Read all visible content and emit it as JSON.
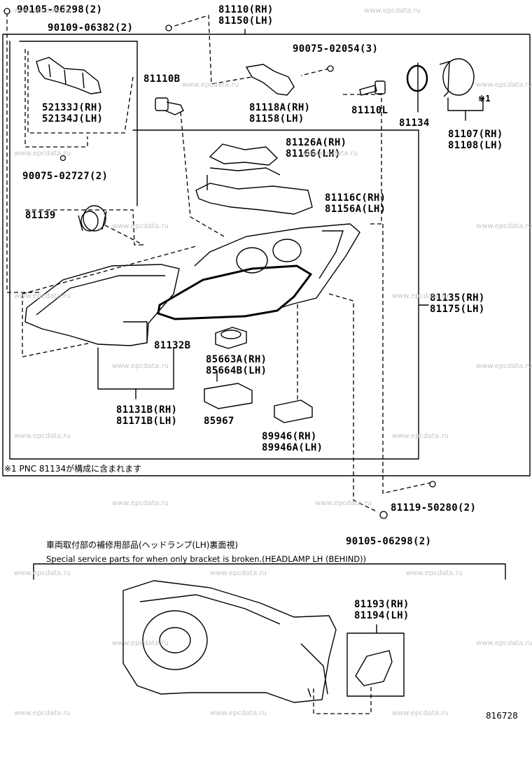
{
  "watermark": "www.epcdata.ru",
  "figure_id": "816728",
  "parts": [
    {
      "id": "p1",
      "lines": [
        "90105-06298(2)"
      ]
    },
    {
      "id": "p2",
      "lines": [
        "90109-06382(2)"
      ]
    },
    {
      "id": "p3",
      "lines": [
        "81110(RH)",
        "81150(LH)"
      ]
    },
    {
      "id": "p4",
      "lines": [
        "90075-02054(3)"
      ]
    },
    {
      "id": "p5",
      "lines": [
        "81110B"
      ]
    },
    {
      "id": "p6",
      "lines": [
        "52133J(RH)",
        "52134J(LH)"
      ]
    },
    {
      "id": "p7",
      "lines": [
        "81118A(RH)",
        "81158(LH)"
      ]
    },
    {
      "id": "p8",
      "lines": [
        "81110L"
      ]
    },
    {
      "id": "p9",
      "lines": [
        "81134"
      ]
    },
    {
      "id": "p10",
      "lines": [
        "※1"
      ]
    },
    {
      "id": "p11",
      "lines": [
        "81107(RH)",
        "81108(LH)"
      ]
    },
    {
      "id": "p12",
      "lines": [
        "81126A(RH)",
        "81166(LH)"
      ]
    },
    {
      "id": "p13",
      "lines": [
        "90075-02727(2)"
      ]
    },
    {
      "id": "p14",
      "lines": [
        "81116C(RH)",
        "81156A(LH)"
      ]
    },
    {
      "id": "p15",
      "lines": [
        "81139"
      ]
    },
    {
      "id": "p16",
      "lines": [
        "81135(RH)",
        "81175(LH)"
      ]
    },
    {
      "id": "p17",
      "lines": [
        "81132B"
      ]
    },
    {
      "id": "p18",
      "lines": [
        "85663A(RH)",
        "85664B(LH)"
      ]
    },
    {
      "id": "p19",
      "lines": [
        "81131B(RH)",
        "81171B(LH)"
      ]
    },
    {
      "id": "p20",
      "lines": [
        "85967"
      ]
    },
    {
      "id": "p21",
      "lines": [
        "89946(RH)",
        "89946A(LH)"
      ]
    },
    {
      "id": "p22",
      "lines": [
        "81119-50280(2)"
      ]
    },
    {
      "id": "p23",
      "lines": [
        "90105-06298(2)"
      ]
    },
    {
      "id": "p24",
      "lines": [
        "81193(RH)",
        "81194(LH)"
      ]
    }
  ],
  "notes": {
    "footnote": "※1  PNC 81134が構成に含まれます",
    "service_jp": "車両取付部の補修用部品(ヘッドランプ(LH)裏面視)",
    "service_en": "Special service parts for when only bracket is broken.(HEADLAMP LH (BEHIND))"
  }
}
